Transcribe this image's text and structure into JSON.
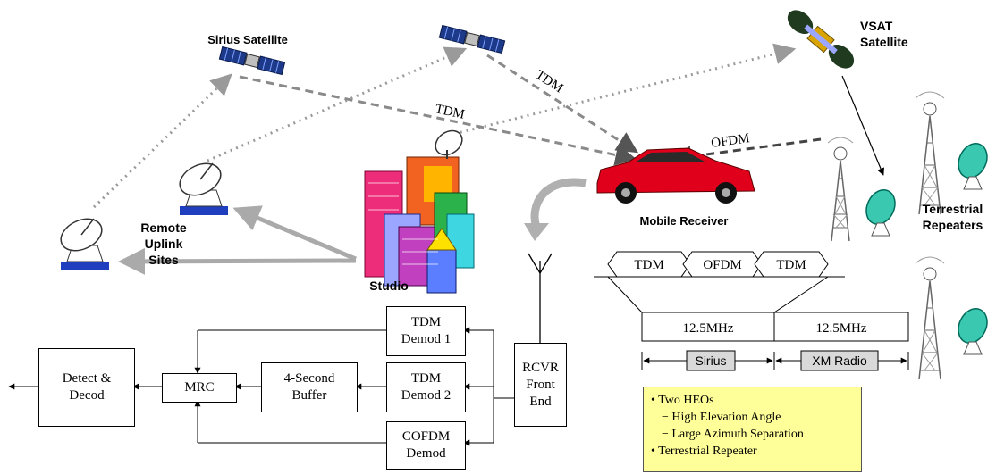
{
  "labels": {
    "sirius_satellite": "Sirius Satellite",
    "vsat_satellite": "VSAT\nSatellite",
    "remote_uplink_sites": "Remote\nUplink\nSites",
    "studio": "Studio",
    "mobile_receiver": "Mobile Receiver",
    "terrestrial_repeaters": "Terrestrial\nRepeaters"
  },
  "links": {
    "tdm_1": "TDM",
    "tdm_2": "TDM",
    "ofdm": "OFDM"
  },
  "spectrum": {
    "signal_segments": [
      "TDM",
      "OFDM",
      "TDM"
    ],
    "bands": [
      "12.5MHz",
      "12.5MHz"
    ],
    "operators": [
      "Sirius",
      "XM Radio"
    ]
  },
  "receiver_blocks": {
    "tdm_demod_1": "TDM\nDemod 1",
    "tdm_demod_2": "TDM\nDemod 2",
    "cofdm_demod": "COFDM\nDemod",
    "rcvr_front_end": "RCVR\nFront\nEnd",
    "buffer": "4-Second\nBuffer",
    "mrc": "MRC",
    "detect_decode": "Detect &\nDecod"
  },
  "notes": {
    "bullet_1": "• Two HEOs",
    "sub_1": "− High Elevation Angle",
    "sub_2": "− Large Azimuth Separation",
    "bullet_2": "• Terrestrial Repeater"
  },
  "colors": {
    "note_bg": "#ffff99",
    "op_box_bg": "#d9d9d9",
    "car": "#e0001b",
    "dish_base": "#1f3fbf",
    "link_gray": "#9a9a9a"
  }
}
